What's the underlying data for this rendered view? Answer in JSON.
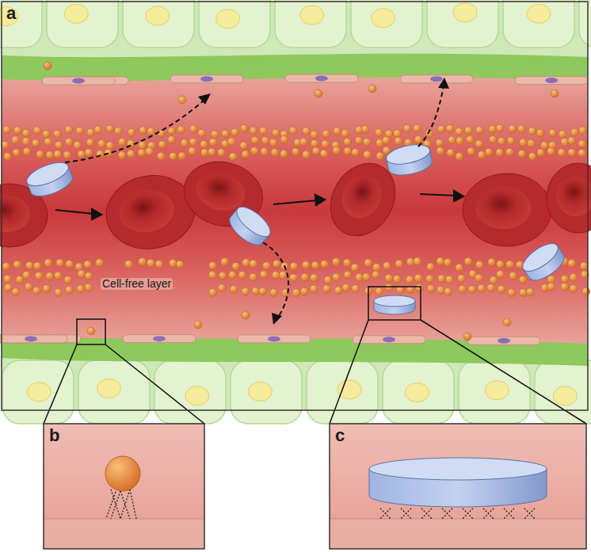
{
  "diagram": {
    "labels": [
      "a",
      "Cell-free layer",
      "b",
      "c"
    ]
  }
}
